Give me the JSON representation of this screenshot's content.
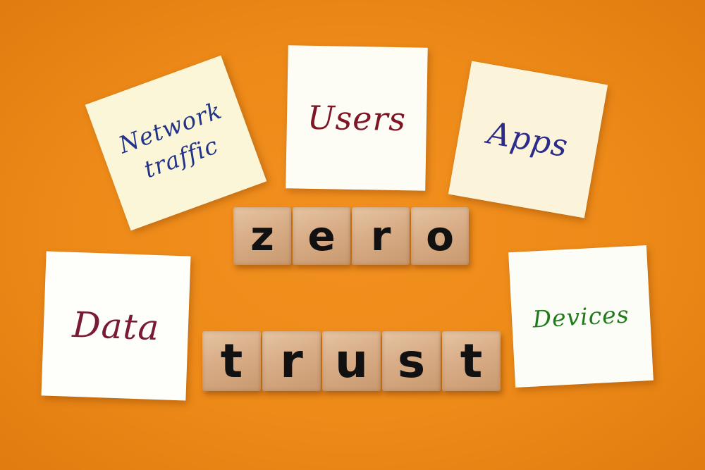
{
  "scene": {
    "background_color": "#ed8a18"
  },
  "notes": {
    "network": {
      "line1": "Network",
      "line2": "traffic",
      "ink_color": "#23338a"
    },
    "users": {
      "text": "Users",
      "ink_color": "#7e1626"
    },
    "apps": {
      "text": "Apps",
      "ink_color": "#2c2b8c"
    },
    "data": {
      "text": "Data",
      "ink_color": "#7a1a34"
    },
    "devices": {
      "text": "Devices",
      "ink_color": "#1f7a1a"
    }
  },
  "blocks": {
    "zero": [
      "z",
      "e",
      "r",
      "o"
    ],
    "trust": [
      "t",
      "r",
      "u",
      "s",
      "t"
    ]
  }
}
